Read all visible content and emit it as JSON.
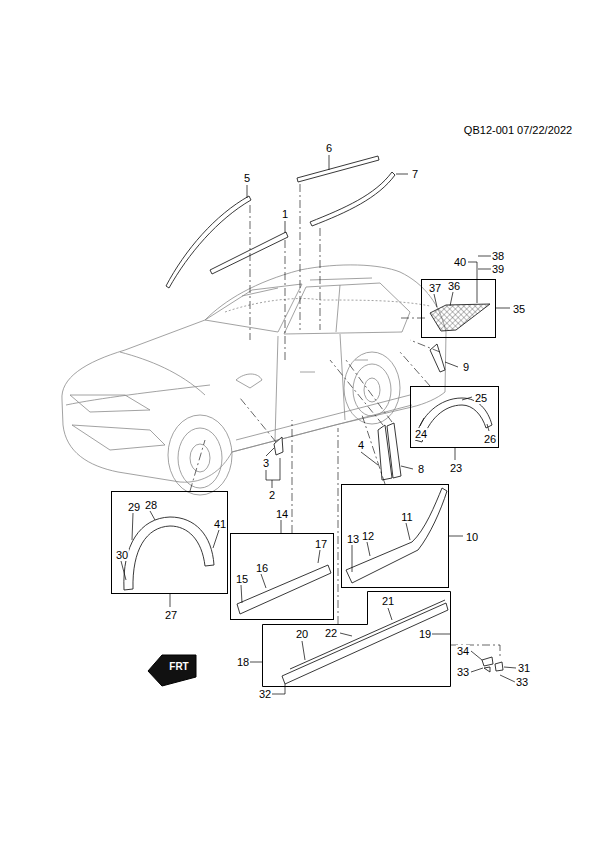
{
  "diagram": {
    "nodes": [
      {
        "text": [
          "35",
          "37",
          "36"
        ]
      },
      {
        "text": [
          "23",
          "25",
          "24",
          "26"
        ]
      },
      {
        "text": [
          "10",
          "11",
          "12",
          "13"
        ]
      },
      {
        "text": [
          "27",
          "29",
          "28",
          "41",
          "30"
        ]
      },
      {
        "text": [
          "14",
          "17",
          "16",
          "15"
        ]
      },
      {
        "text": [
          "18",
          "21",
          "22",
          "20",
          "19"
        ]
      }
    ],
    "labels": [
      "QB12-001 07/22/2022",
      "6",
      "7",
      "5",
      "1",
      "40",
      "38",
      "39",
      "9",
      "4",
      "8",
      "3",
      "2",
      "34",
      "FRT",
      "31",
      "33",
      "33",
      "32"
    ]
  }
}
